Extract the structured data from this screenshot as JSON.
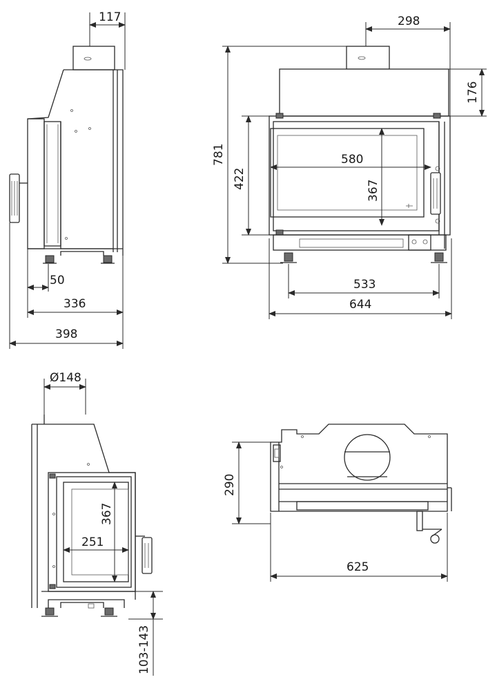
{
  "dimensions": {
    "side_flue_width": "117",
    "side_offset": "50",
    "side_depth_body": "336",
    "side_depth_total": "398",
    "front_flue_offset": "298",
    "front_flue_height": "176",
    "front_total_height": "781",
    "front_opening_height": "422",
    "front_glass_width": "580",
    "front_glass_height": "367",
    "front_feet_span": "533",
    "front_total_width": "644",
    "flue_diameter": "Ø148",
    "side2_glass_height": "367",
    "side2_glass_width": "251",
    "side2_leg_range": "103-143",
    "top_depth": "290",
    "top_width": "625"
  },
  "colors": {
    "line": "#2a2a2a",
    "background": "#ffffff"
  }
}
